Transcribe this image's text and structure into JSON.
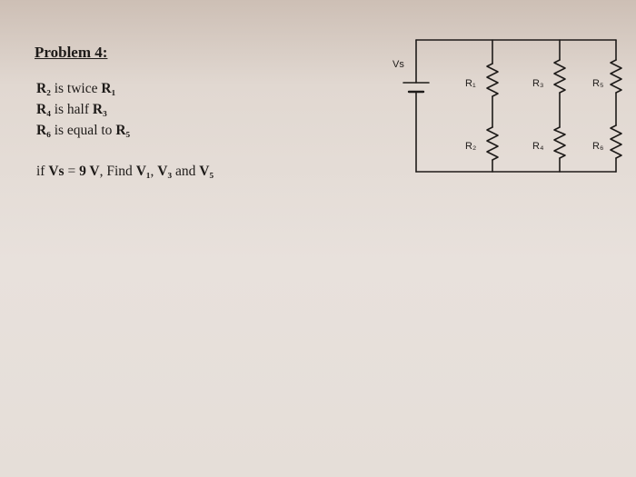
{
  "problem": {
    "title": "Problem 4:",
    "lines": [
      {
        "a": "R₂",
        "b": " is twice ",
        "c": "R₁"
      },
      {
        "a": "R₄",
        "b": " is half ",
        "c": "R₃"
      },
      {
        "a": "R₆",
        "b": " is equal to ",
        "c": "R₅"
      }
    ],
    "question": {
      "p1": "if ",
      "vs": "Vs",
      "p2": " = ",
      "val": "9 V",
      "p3": ", Find ",
      "v1": "V₁",
      "p4": ", ",
      "v3": "V₃",
      "p5": " and ",
      "v5": "V₅"
    }
  },
  "circuit": {
    "source_label": "Vs",
    "resistors": {
      "r1": "R₁",
      "r2": "R₂",
      "r3": "R₃",
      "r4": "R₄",
      "r5": "R₅",
      "r6": "R₆"
    }
  }
}
